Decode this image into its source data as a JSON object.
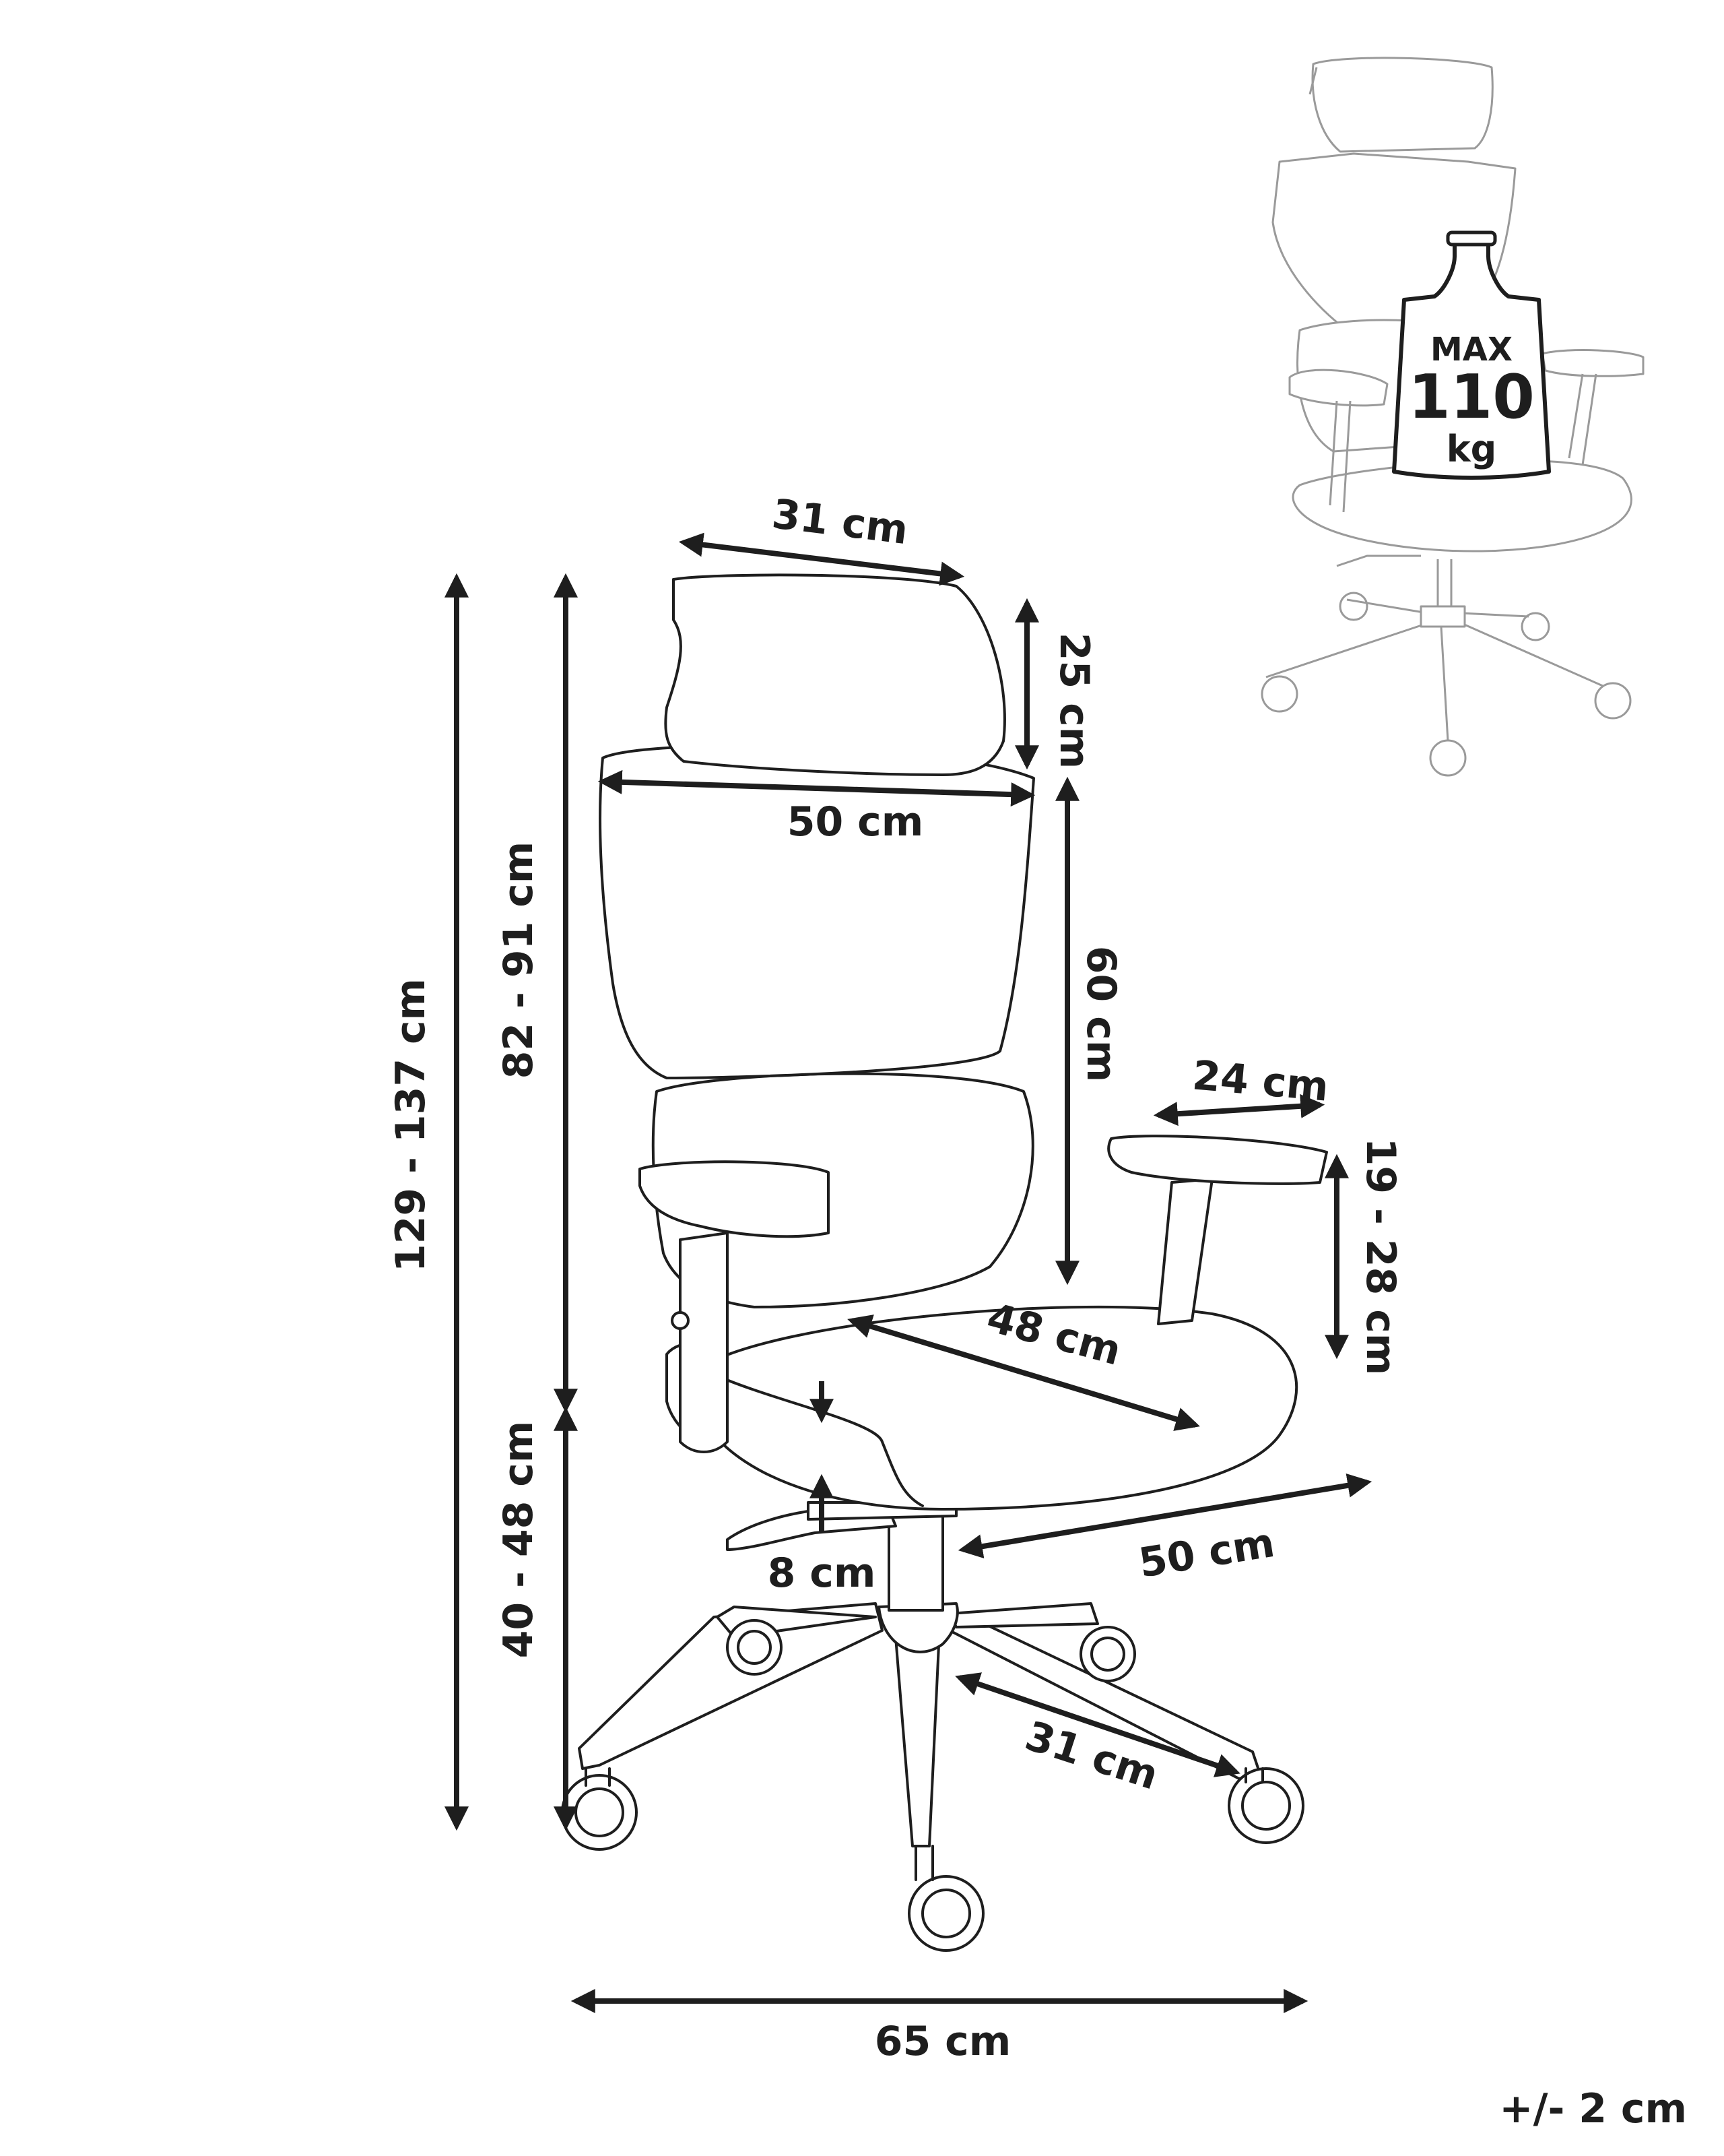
{
  "diagram": {
    "subject": "office chair dimension drawing",
    "colors": {
      "line": "#1e1e1e",
      "ghost": "#9a9a9a",
      "background": "#ffffff"
    },
    "dimensions": {
      "headrest_width": "31 cm",
      "headrest_height": "25 cm",
      "backrest_width": "50 cm",
      "backrest_height": "60 cm",
      "total_height": "129 - 137 cm",
      "back_to_floor_height": "82 - 91 cm",
      "seat_height": "40 - 48 cm",
      "armrest_length": "24 cm",
      "armrest_height": "19 - 28 cm",
      "seat_depth": "48 cm",
      "seat_width": "50 cm",
      "seat_adjust": "8 cm",
      "leg_length": "31 cm",
      "base_width": "65 cm"
    },
    "max_load": {
      "line1": "MAX",
      "value": "110",
      "unit": "kg",
      "icon": "weight-icon"
    },
    "tolerance": "+/- 2 cm"
  }
}
